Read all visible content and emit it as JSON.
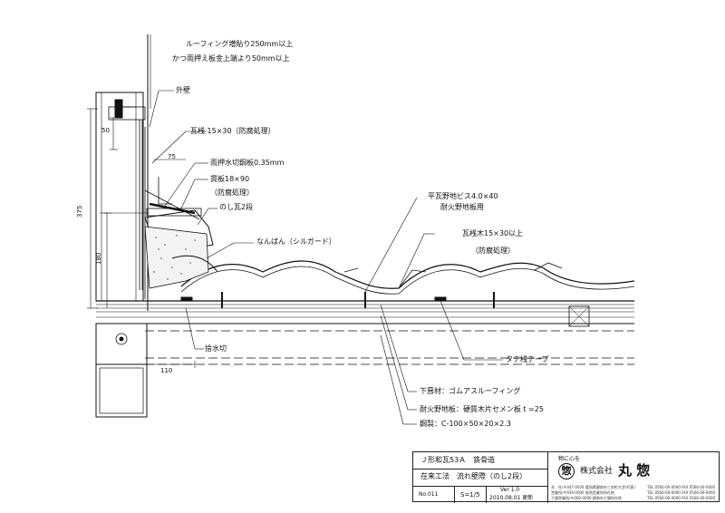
{
  "annotations": {
    "roofing_note_1": "ルーフィング増貼り250mm以上",
    "roofing_note_2": "かつ雨押え板金上端より50mm以上",
    "outer_wall": "外壁",
    "batten_top": "瓦桟 15×30（防腐処理）",
    "flashing": "雨押水切鋼板0.35mm",
    "backing_board_1": "貫板18×90",
    "backing_board_2": "（防腐処理）",
    "noshi_tile": "のし瓦2段",
    "nanban": "なんばん（シルガード）",
    "screw_1": "平瓦野地ビス4.0×40",
    "screw_2": "耐火野地板用",
    "batten_right_1": "瓦桟木15×30以上",
    "batten_right_2": "（防腐処理）",
    "drip": "捨水切",
    "tate_tape": "タテ桟テープ",
    "underlay": "下葺材：ゴムアスルーフィング",
    "fire_deck": "耐火野地板：硬質木片セメン板 t =25",
    "steel": "鋼製：C-100×50×20×2.3"
  },
  "dimensions": {
    "d50": "50",
    "d75": "75",
    "d375": "375",
    "d180": "180",
    "d110": "110"
  },
  "title_block": {
    "title_1": "Ｊ形和瓦53Ａ　鉄骨造",
    "title_2": "在来工法　流れ壁際（のし2段）",
    "number": "No.011",
    "scale": "S=1/5",
    "version": "Ver 1.0",
    "date": "2010.08.01 更新",
    "motto": "物に心を",
    "company_prefix": "株式会社",
    "company_name": "丸 惣",
    "seal_char": "惣",
    "address_lines": [
      "本　社/〒447-0026 愛知県碧南市三宅町大字(代表)",
      "営業所/〒939-0000 各地営業所所在地",
      "工場営業所/〒000-0000 碧南市工場所在地"
    ],
    "phone_lines": [
      "TEL 0566-00-0000 FAX 0566-00-0000",
      "TEL 0566-00-0000 FAX 0566-00-0000",
      "TEL 0566-00-0000 FAX 0566-00-0000"
    ]
  }
}
